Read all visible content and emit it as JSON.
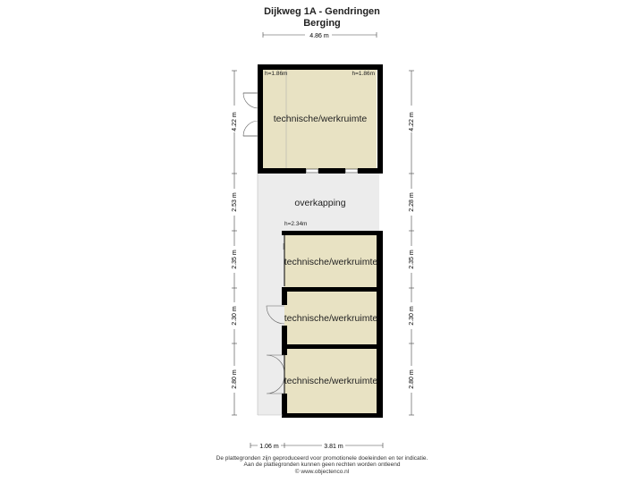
{
  "title": {
    "line1": "Dijkweg 1A - Gendringen",
    "line2": "Berging"
  },
  "dimensions": {
    "top": "4.86 m",
    "left": [
      "4.22 m",
      "2.53 m",
      "2.35 m",
      "2.30 m",
      "2.80 m"
    ],
    "right": [
      "4.22 m",
      "2.28 m",
      "2.35 m",
      "2.30 m",
      "2.80 m"
    ],
    "bottom_left": "1.06 m",
    "bottom_right": "3.81 m"
  },
  "rooms": {
    "room1": "technische/werkruimte",
    "overkapping": "overkapping",
    "room2": "technische/werkruimte",
    "room3": "technische/werkruimte",
    "room4": "technische/werkruimte"
  },
  "heights": {
    "h1_left": "h=1.86m",
    "h1_right": "h=1.86m",
    "h2": "h=2.34m"
  },
  "colors": {
    "room_fill": "#e8e2c3",
    "covered_fill": "#ececec",
    "wall": "#000000"
  },
  "footer": {
    "line1": "De plattegronden zijn geproduceerd voor promotionele doeleinden en ter indicatie.",
    "line2": "Aan de plattegronden kunnen geen rechten worden ontleend",
    "line3": "© www.objectenco.nl"
  }
}
